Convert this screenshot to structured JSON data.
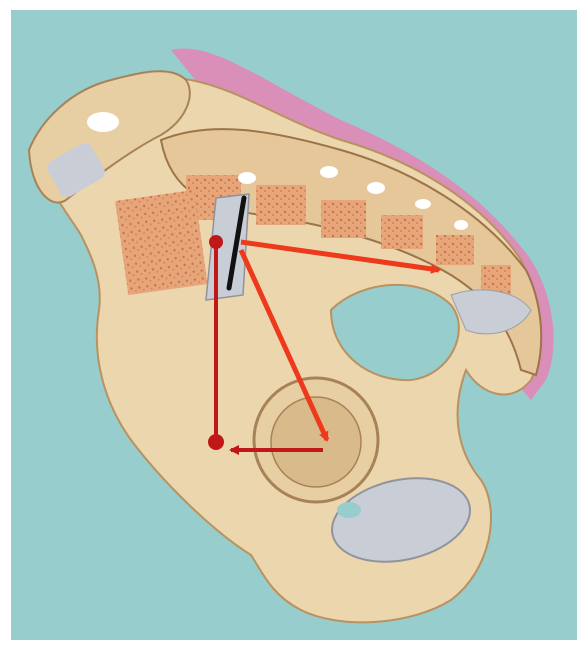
{
  "figure": {
    "kind": "anatomical illustration of a pelvis, sagittal view, with overlaid vector arrows",
    "colors": {
      "background": "#97cdcd",
      "bone": "#ecd6ae",
      "bone_shadow": "#c9a777",
      "marrow": "#e09a6c",
      "soft_tissue": "#d98fb8",
      "ligament": "#c9ced6",
      "arrow_red": "#ee3a1c",
      "dark_red": "#c01818",
      "black_line": "#111111"
    },
    "overlays": [
      {
        "name": "arrow-to-sacrum",
        "color": "red"
      },
      {
        "name": "arrow-to-acetabulum",
        "color": "red"
      },
      {
        "name": "vertical-line",
        "color": "dark-red"
      },
      {
        "name": "arrow-left-short",
        "color": "dark-red"
      },
      {
        "name": "black-sacroiliac-line",
        "color": "black"
      }
    ]
  }
}
